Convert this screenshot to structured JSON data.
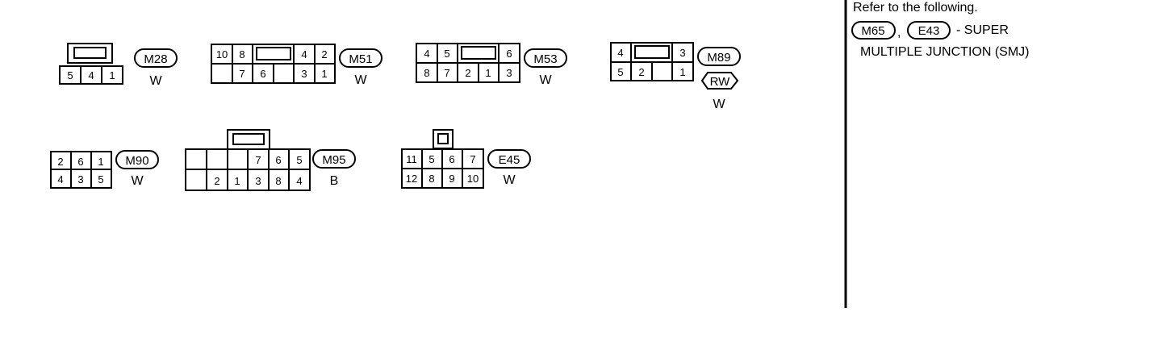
{
  "theme": {
    "line": "#000000",
    "background": "#ffffff"
  },
  "connectors": [
    {
      "id": "M28",
      "color": "W",
      "rows": [
        [
          "5",
          "4",
          "1"
        ]
      ]
    },
    {
      "id": "M51",
      "color": "W",
      "rows": [
        [
          "10",
          "8",
          "",
          "4",
          "2"
        ],
        [
          "",
          "7",
          "6",
          "",
          "3",
          "1"
        ]
      ]
    },
    {
      "id": "M53",
      "color": "W",
      "rows": [
        [
          "4",
          "5",
          "",
          "6"
        ],
        [
          "8",
          "7",
          "2",
          "1",
          "3"
        ]
      ]
    },
    {
      "id": "M89",
      "color": "W",
      "extra_tag": "RW",
      "rows": [
        [
          "4",
          "",
          "3"
        ],
        [
          "5",
          "2",
          "",
          "1"
        ]
      ]
    },
    {
      "id": "M90",
      "color": "W",
      "rows": [
        [
          "2",
          "6",
          "1"
        ],
        [
          "4",
          "3",
          "5"
        ]
      ]
    },
    {
      "id": "M95",
      "color": "B",
      "rows": [
        [
          "",
          "",
          "",
          "7",
          "6",
          "5"
        ],
        [
          "",
          "2",
          "1",
          "3",
          "8",
          "4"
        ]
      ]
    },
    {
      "id": "E45",
      "color": "W",
      "rows": [
        [
          "11",
          "5",
          "6",
          "7"
        ],
        [
          "12",
          "8",
          "9",
          "10"
        ]
      ]
    }
  ],
  "reference": {
    "heading": "Refer to the following.",
    "tag_1": "M65",
    "separator": ",",
    "tag_2": "E43",
    "suffix": "- SUPER",
    "line_2": "MULTIPLE JUNCTION (SMJ)"
  }
}
